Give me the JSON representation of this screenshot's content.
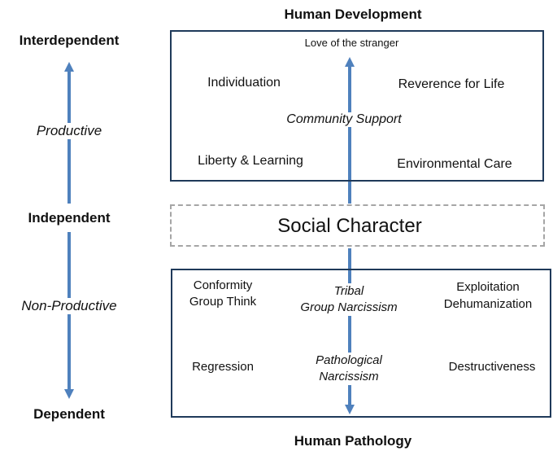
{
  "axis": {
    "top": "Interdependent",
    "upper_mid": "Productive",
    "middle": "Independent",
    "lower_mid": "Non-Productive",
    "bottom": "Dependent"
  },
  "development": {
    "title": "Human Development",
    "top": "Love of the stranger",
    "left_top": "Individuation",
    "right_top": "Reverence for Life",
    "center": "Community Support",
    "left_bottom": "Liberty & Learning",
    "right_bottom": "Environmental Care"
  },
  "social_character": "Social Character",
  "pathology": {
    "title": "Human Pathology",
    "left_top": [
      "Conformity",
      "Group Think"
    ],
    "center_top": [
      "Tribal",
      "Group Narcissism"
    ],
    "right_top": [
      "Exploitation",
      "Dehumanization"
    ],
    "left_bottom": "Regression",
    "center_bottom": [
      "Pathological",
      "Narcissism"
    ],
    "right_bottom": "Destructiveness"
  },
  "colors": {
    "arrow": "#4f81bd",
    "box_border": "#1f3a5a",
    "dashed_border": "#a6a6a6"
  }
}
